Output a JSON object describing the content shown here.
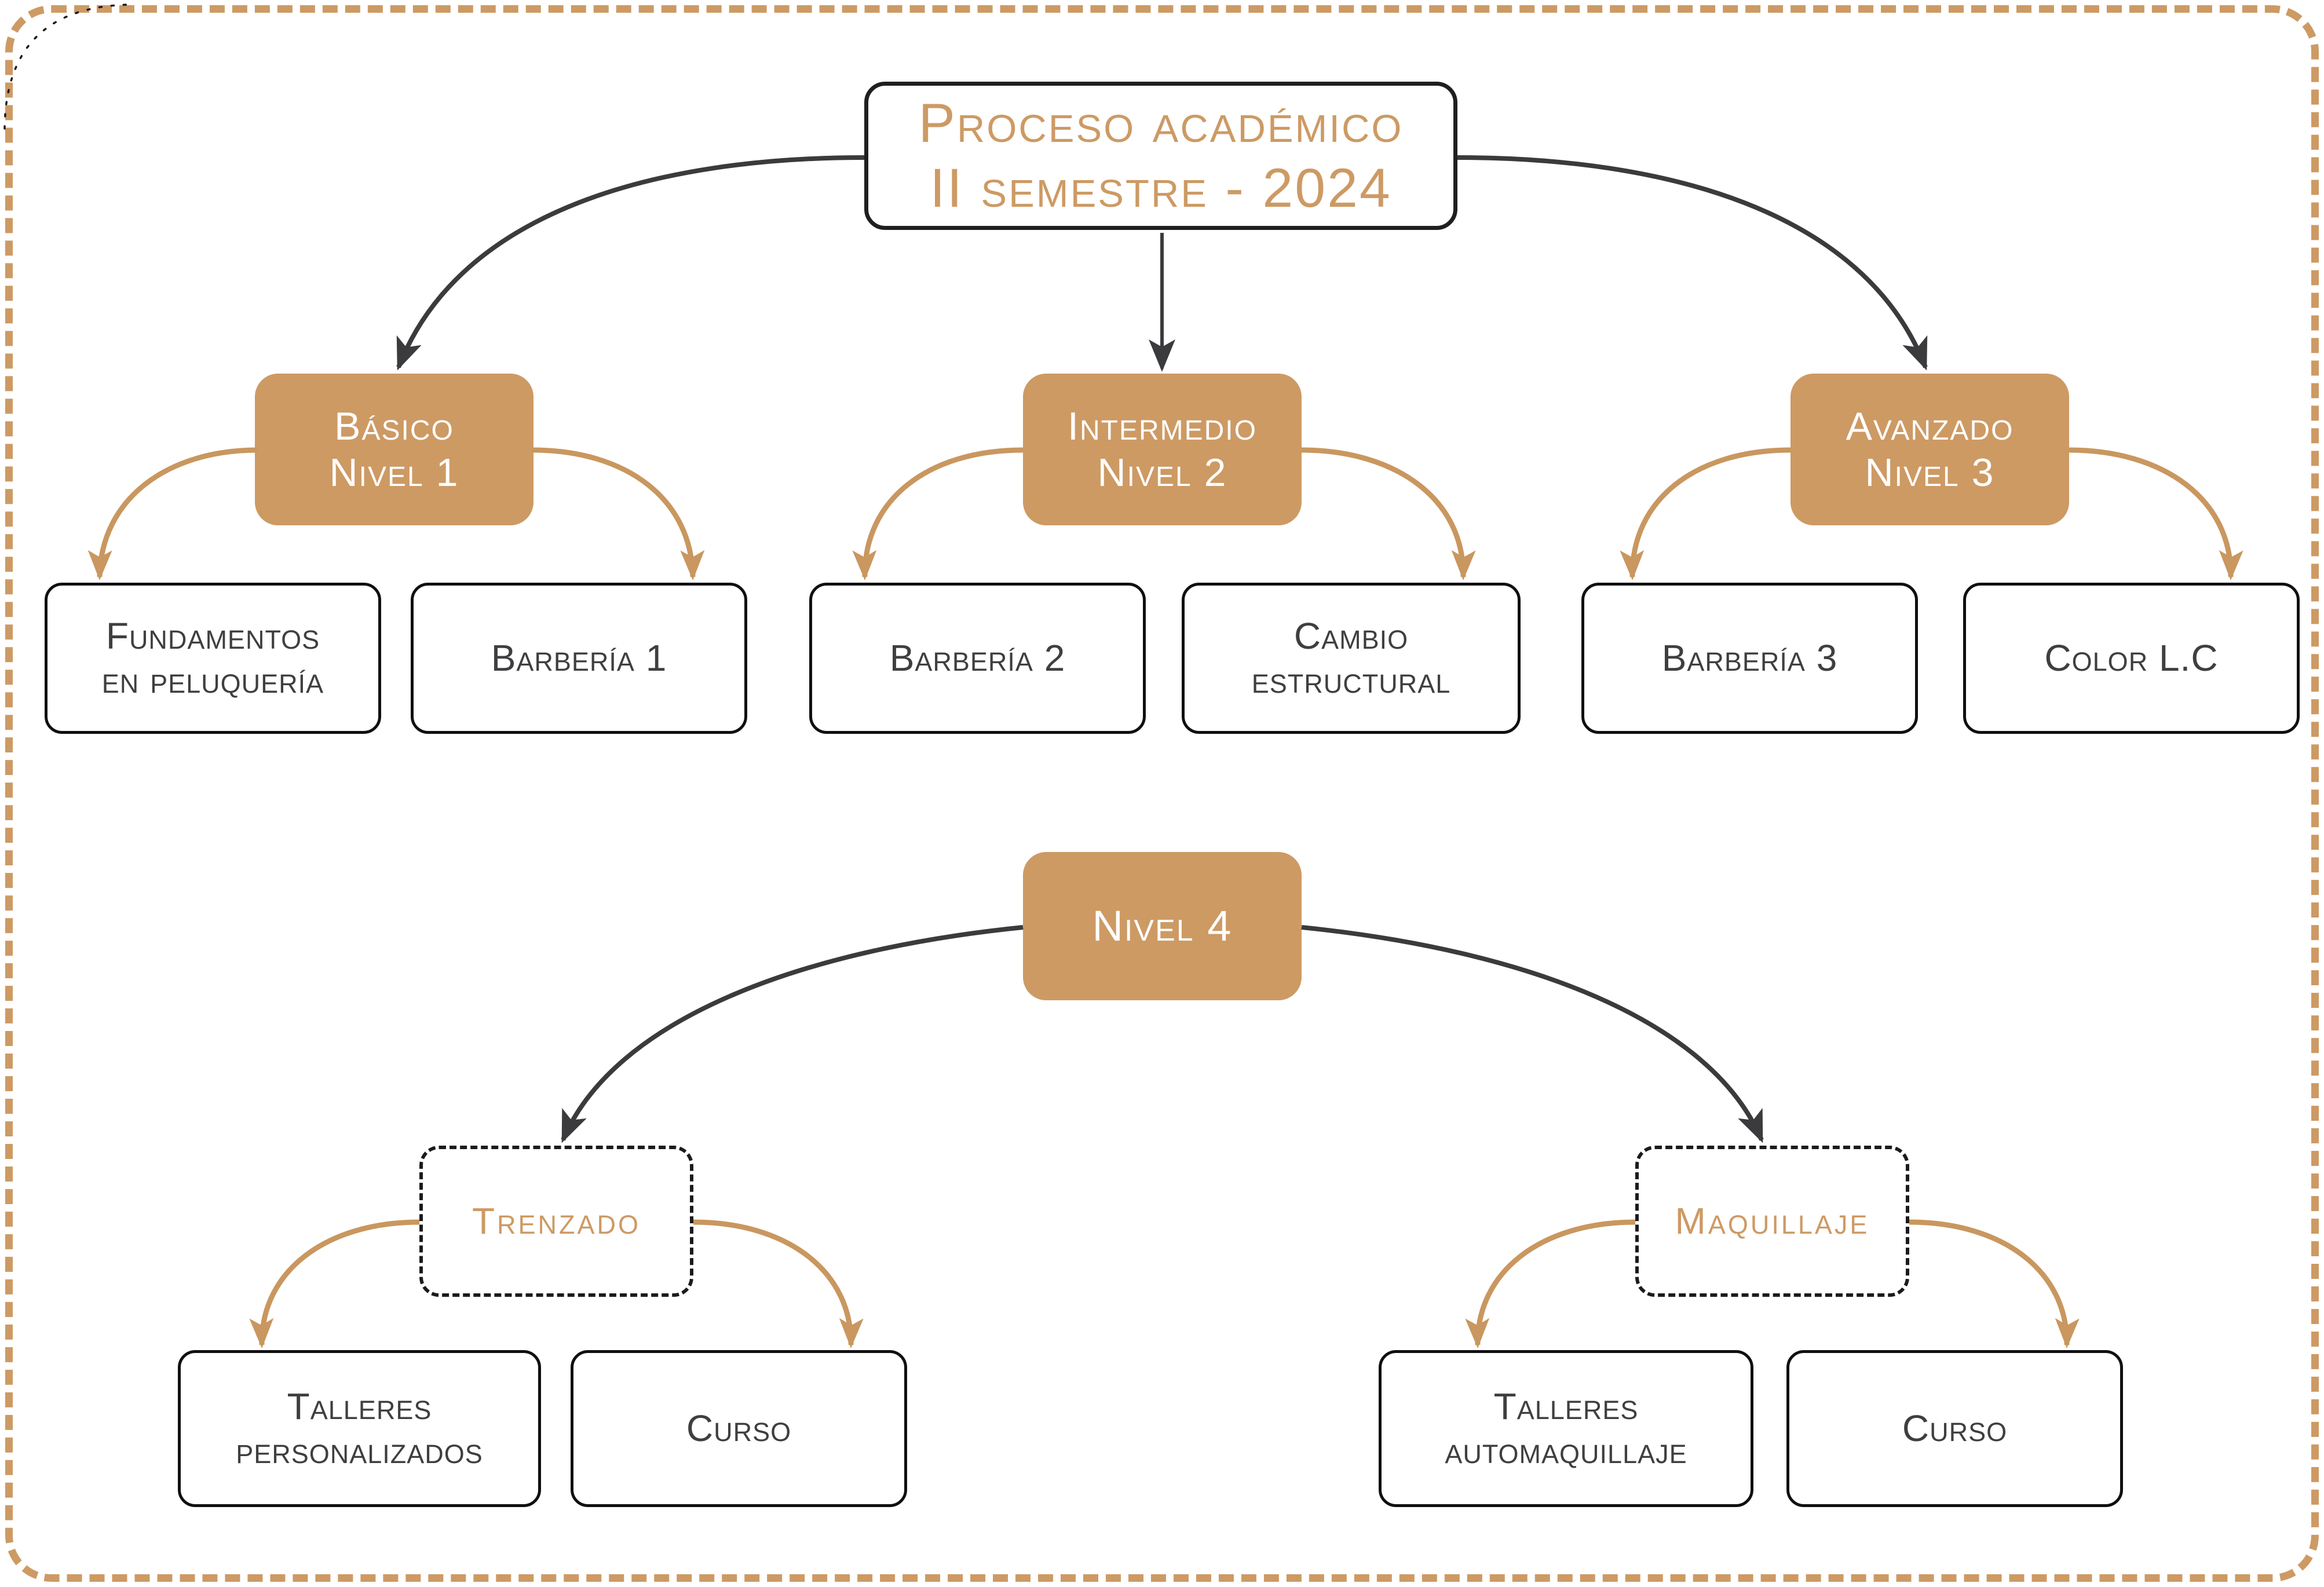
{
  "colors": {
    "accent": "#cd9a64",
    "arrow_dark": "#3b3a3c",
    "node_text_dark": "#3f3f41",
    "level_text": "#ffffff"
  },
  "root": {
    "line1": "Proceso académico",
    "line2": "II semestre - 2024"
  },
  "branches": {
    "basico": {
      "name": "Básico",
      "level": "Nivel 1",
      "child1_line1": "Fundamentos",
      "child1_line2": "en peluquería",
      "child2": "Barbería 1"
    },
    "intermedio": {
      "name": "Intermedio",
      "level": "Nivel 2",
      "child1": "Barbería 2",
      "child2_line1": "Cambio",
      "child2_line2": "estructural"
    },
    "avanzado": {
      "name": "Avanzado",
      "level": "Nivel 3",
      "child1": "Barbería 3",
      "child2": "Color L.C"
    }
  },
  "nivel4": {
    "name": "Nivel 4",
    "trenzado": {
      "name": "Trenzado",
      "child1_line1": "Talleres",
      "child1_line2": "personalizados",
      "child2": "Curso"
    },
    "maquillaje": {
      "name": "Maquillaje",
      "child1_line1": "Talleres",
      "child1_line2": "automaquillaje",
      "child2": "Curso"
    }
  }
}
